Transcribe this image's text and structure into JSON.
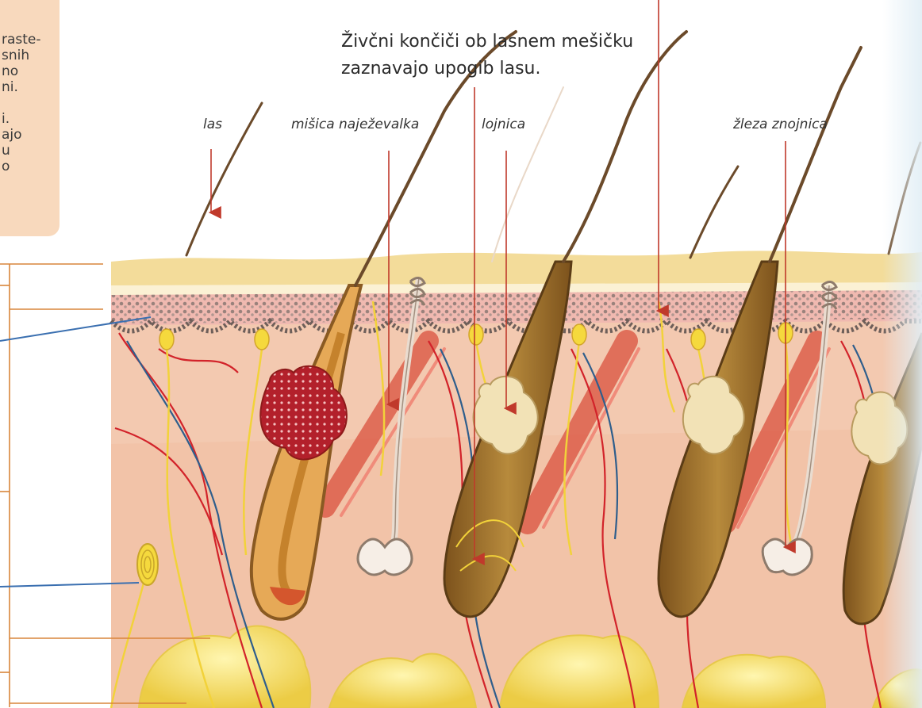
{
  "side_text": {
    "lines": [
      "raste-",
      "snih",
      "no",
      "ni.",
      "",
      "i.",
      "ajo",
      "u",
      "o"
    ]
  },
  "heading": {
    "line1": "Živčni končiči ob lasnem mešičku",
    "line2": "zaznavajo upogib lasu."
  },
  "labels": {
    "hair": "las",
    "arrector_muscle": "mišica naježevalka",
    "sebaceous_gland": "lojnica",
    "sweat_gland": "žleza znojnica"
  },
  "colors": {
    "side_panel": "#f8d9bd",
    "epidermis_top": "#f3dc9a",
    "dermis": "#f3c9b0",
    "hair": "#6b4a2a",
    "follicle": "#a9782f",
    "muscle": "#d9503e",
    "nerve": "#f2d23a",
    "vessel_red": "#d2232a",
    "vessel_blue": "#2f5e8c",
    "fat": "#f3e07a",
    "arrow": "#c0392b",
    "pointer_blue": "#3a6fb0",
    "bracket": "#d9853b"
  }
}
